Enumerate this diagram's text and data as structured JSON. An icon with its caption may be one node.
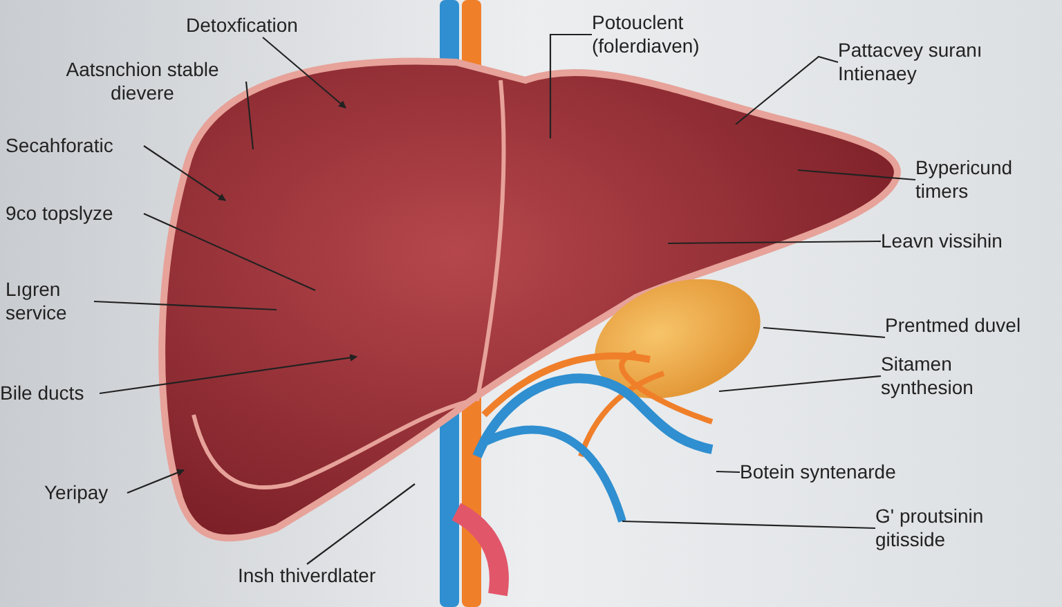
{
  "diagram": {
    "nodes": [
      {
        "text": [
          "Detoxfication"
        ]
      },
      {
        "text": [
          "Aatsnchion stable dievere"
        ]
      },
      {
        "text": [
          "Secahforatic"
        ]
      },
      {
        "text": [
          "9co topslyze"
        ]
      },
      {
        "text": [
          "Lıgren service"
        ]
      },
      {
        "text": [
          "Bile ducts"
        ]
      },
      {
        "text": [
          "Yeripay"
        ]
      },
      {
        "text": [
          "Insh thiverdlater"
        ]
      },
      {
        "text": [
          "Potouclent (folerdiaven)"
        ]
      },
      {
        "text": [
          "Pattacvey suranı Intienaey"
        ]
      },
      {
        "text": [
          "Bypericund timers"
        ]
      },
      {
        "text": [
          "Leavn vissihin"
        ]
      },
      {
        "text": [
          "Prentmed duvel"
        ]
      },
      {
        "text": [
          "Sitamen synthesion"
        ]
      },
      {
        "text": [
          "Botein syntenarde"
        ]
      },
      {
        "text": [
          "G' proutsinin gitisside"
        ]
      }
    ],
    "edges": [
      {
        "from": 0,
        "to": null,
        "arrow": "to"
      },
      {
        "from": 1,
        "to": null,
        "arrow": "none"
      },
      {
        "from": 2,
        "to": null,
        "arrow": "to"
      },
      {
        "from": 3,
        "to": null,
        "arrow": "none"
      },
      {
        "from": 4,
        "to": null,
        "arrow": "none"
      },
      {
        "from": 5,
        "to": null,
        "arrow": "to"
      },
      {
        "from": 6,
        "to": null,
        "arrow": "to"
      },
      {
        "from": 7,
        "to": null,
        "arrow": "none"
      },
      {
        "from": 8,
        "to": null,
        "arrow": "none"
      },
      {
        "from": 9,
        "to": null,
        "arrow": "none"
      },
      {
        "from": 10,
        "to": null,
        "arrow": "none"
      },
      {
        "from": 11,
        "to": null,
        "arrow": "none"
      },
      {
        "from": 12,
        "to": null,
        "arrow": "none"
      },
      {
        "from": 13,
        "to": null,
        "arrow": "none"
      },
      {
        "from": 14,
        "to": null,
        "arrow": "none"
      },
      {
        "from": 15,
        "to": null,
        "arrow": "none"
      }
    ]
  }
}
